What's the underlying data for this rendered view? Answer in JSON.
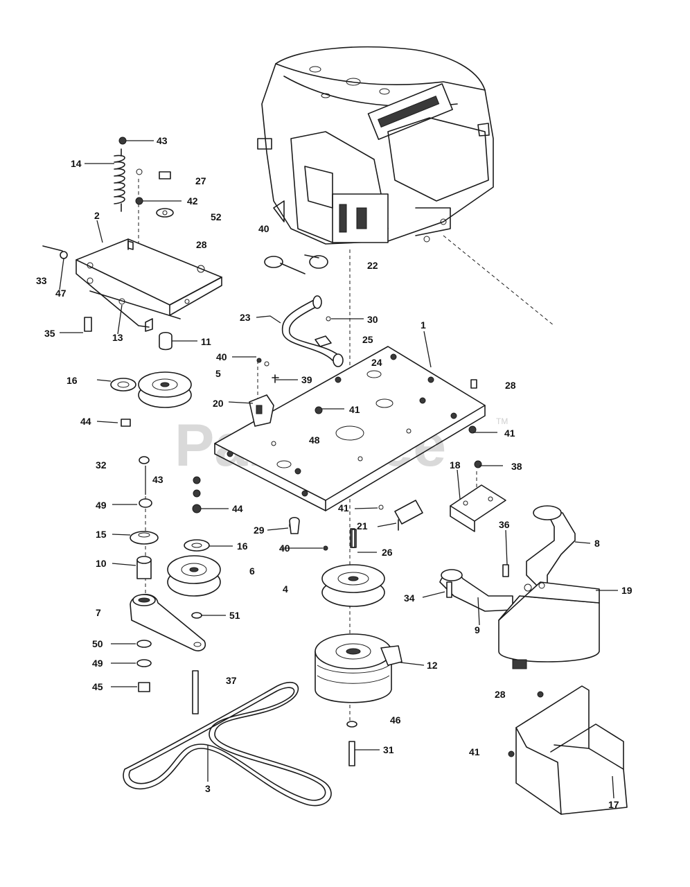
{
  "watermark": {
    "text": "PartsTree",
    "mark": "TM"
  },
  "labels": {
    "c43a": "43",
    "c14": "14",
    "c27": "27",
    "c42": "42",
    "c52": "52",
    "c2": "2",
    "c28a": "28",
    "c33": "33",
    "c47": "47",
    "c35": "35",
    "c13": "13",
    "c11": "11",
    "c40a": "40",
    "c22": "22",
    "c23": "23",
    "c30": "30",
    "c25": "25",
    "c1": "1",
    "c24": "24",
    "c28b": "28",
    "c40b": "40",
    "c5": "5",
    "c39": "39",
    "c16a": "16",
    "c20": "20",
    "c41a": "41",
    "c44a": "44",
    "c48": "48",
    "c41b": "41",
    "c32": "32",
    "c43b": "43",
    "c18": "18",
    "c38": "38",
    "c49a": "49",
    "c44b": "44",
    "c8": "8",
    "c29": "29",
    "c41c": "41",
    "c21": "21",
    "c36": "36",
    "c15": "15",
    "c16b": "16",
    "c40c": "40",
    "c26": "26",
    "c10": "10",
    "c6": "6",
    "c4": "4",
    "c34": "34",
    "c19": "19",
    "c7": "7",
    "c51": "51",
    "c9": "9",
    "c50": "50",
    "c49b": "49",
    "c12": "12",
    "c45": "45",
    "c37": "37",
    "c28c": "28",
    "c46": "46",
    "c31": "31",
    "c41d": "41",
    "c3": "3",
    "c17": "17"
  }
}
